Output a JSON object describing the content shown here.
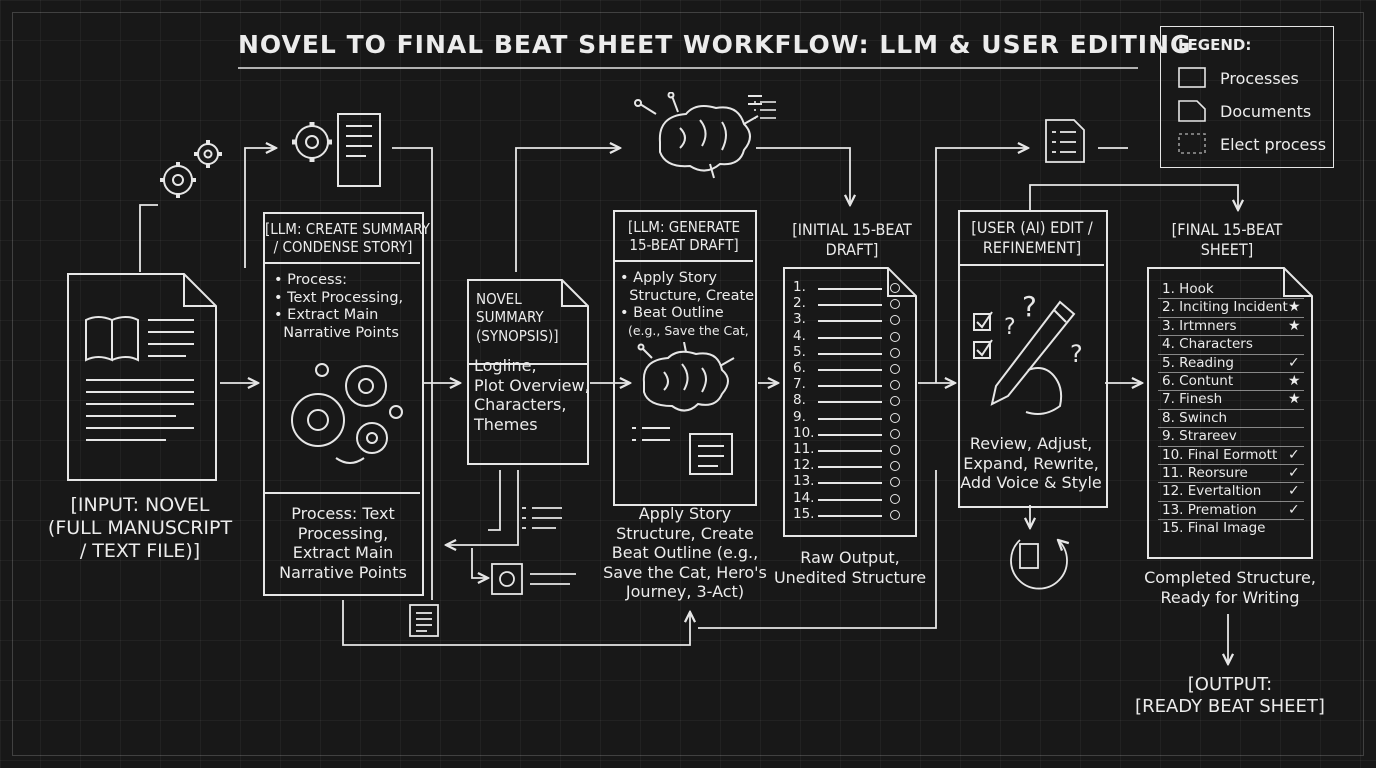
{
  "title": "NOVEL TO FINAL BEAT SHEET WORKFLOW: LLM & USER EDITING",
  "legend": {
    "title": "LEGEND:",
    "items": [
      {
        "label": "Processes",
        "shape": "rectangle"
      },
      {
        "label": "Documents",
        "shape": "folded-document"
      },
      {
        "label": "Elect process",
        "shape": "dashed-box"
      }
    ]
  },
  "input": {
    "label": "[INPUT: NOVEL\n(FULL MANUSCRIPT\n/ TEXT FILE)]"
  },
  "summary_step": {
    "header": "[LLM: CREATE SUMMARY\n/ CONDENSE STORY]",
    "bullets": [
      "• Process:",
      "• Text Processing,",
      "• Extract Main",
      "  Narrative Points"
    ],
    "footer": "Process: Text\nProcessing,\nExtract Main\nNarrative Points"
  },
  "synopsis": {
    "title": "NOVEL\nSUMMARY\n(SYNOPSIS)]",
    "content": "Logline,\nPlot Overview,\nCharacters,\nThemes"
  },
  "generate_step": {
    "header": "[LLM: GENERATE\n15-BEAT DRAFT]",
    "bullets": [
      "• Apply Story",
      "  Structure, Create",
      "• Beat Outline",
      "  (e.g., Save the Cat,"
    ],
    "caption": "Apply Story\nStructure, Create\nBeat Outline (e.g.,\nSave the Cat, Hero's\nJourney, 3-Act)"
  },
  "initial_draft": {
    "header": "[INITIAL 15-BEAT\nDRAFT]",
    "numbers": [
      "1.",
      "2.",
      "3.",
      "4.",
      "5.",
      "6.",
      "7.",
      "8.",
      "9.",
      "10.",
      "11.",
      "12.",
      "13.",
      "14.",
      "15."
    ],
    "caption": "Raw Output,\nUnedited Structure"
  },
  "user_edit": {
    "header": "[USER (AI) EDIT /\nREFINEMENT]",
    "body": "Review, Adjust,\nExpand, Rewrite,\nAdd Voice & Style"
  },
  "final_sheet": {
    "header": "[FINAL 15-BEAT\nSHEET]",
    "beats": [
      {
        "label": "1. Hook",
        "mark": ""
      },
      {
        "label": "2. Inciting Incident",
        "mark": "★"
      },
      {
        "label": "3. Irtmners",
        "mark": "★"
      },
      {
        "label": "4. Characters",
        "mark": ""
      },
      {
        "label": "5. Reading",
        "mark": "✓"
      },
      {
        "label": "6. Contunt",
        "mark": "★"
      },
      {
        "label": "7. Finesh",
        "mark": "★"
      },
      {
        "label": "8. Swinch",
        "mark": ""
      },
      {
        "label": "9. Strareev",
        "mark": ""
      },
      {
        "label": "10. Final Eormott",
        "mark": "✓"
      },
      {
        "label": "11. Reorsure",
        "mark": "✓"
      },
      {
        "label": "12. Evertaltion",
        "mark": "✓"
      },
      {
        "label": "13. Premation",
        "mark": "✓"
      },
      {
        "label": "15. Final Image",
        "mark": ""
      }
    ],
    "caption": "Completed Structure,\nReady for Writing"
  },
  "output": {
    "label": "[OUTPUT:\n[READY BEAT SHEET]"
  }
}
